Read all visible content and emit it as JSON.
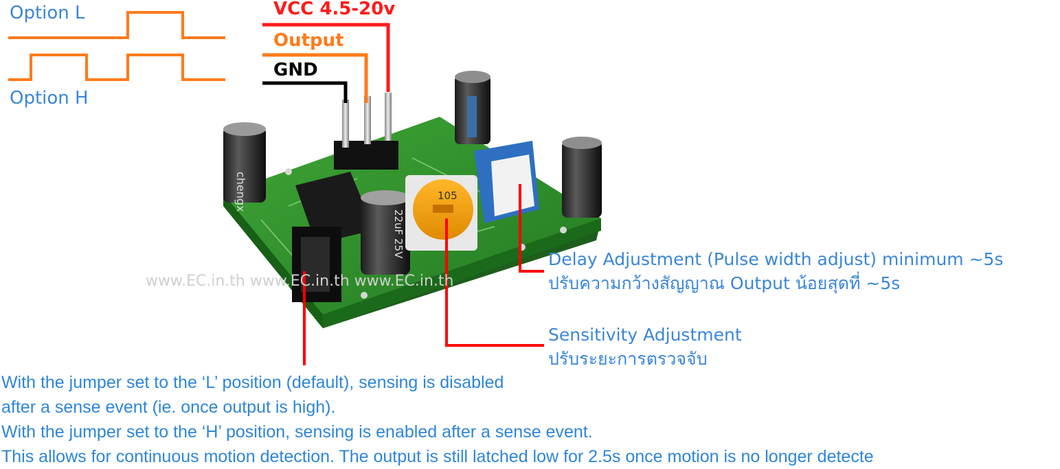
{
  "waveforms": {
    "option_l_label": "Option L",
    "option_h_label": "Option H"
  },
  "pins": {
    "vcc": {
      "label": "VCC 4.5-20v",
      "color": "#ff1a1a"
    },
    "output": {
      "label": "Output",
      "color": "#ff7a1a"
    },
    "gnd": {
      "label": "GND",
      "color": "#000000"
    }
  },
  "board": {
    "watermark": "www.EC.in.th www.EC.in.th www.EC.in.th",
    "sensitivity_pot_code": "105",
    "capacitor_label": "22uF 25V",
    "capacitor_brand": "chengx"
  },
  "annotations": {
    "delay_en": "Delay Adjustment (Pulse width adjust) minimum ~5s",
    "delay_th": "ปรับความกว้างสัญญาณ Output น้อยสุดที่ ~5s",
    "sensitivity_en": "Sensitivity Adjustment",
    "sensitivity_th": "ปรับระยะการตรวจจับ"
  },
  "footer": {
    "line1": "With the jumper set to the ‘L’ position (default), sensing is disabled",
    "line2": "after a sense event (ie. once output is high).",
    "line3": "With the jumper set to the ‘H’ position, sensing is enabled after a sense event.",
    "line4": "This allows for continuous motion detection.  The output is still latched low for 2.5s once motion is no longer detecte"
  },
  "colors": {
    "waveform": "#ff7a1a",
    "leader": "#ff0000",
    "pcb": "#2f8f2a",
    "text_blue": "#3a86d8"
  }
}
